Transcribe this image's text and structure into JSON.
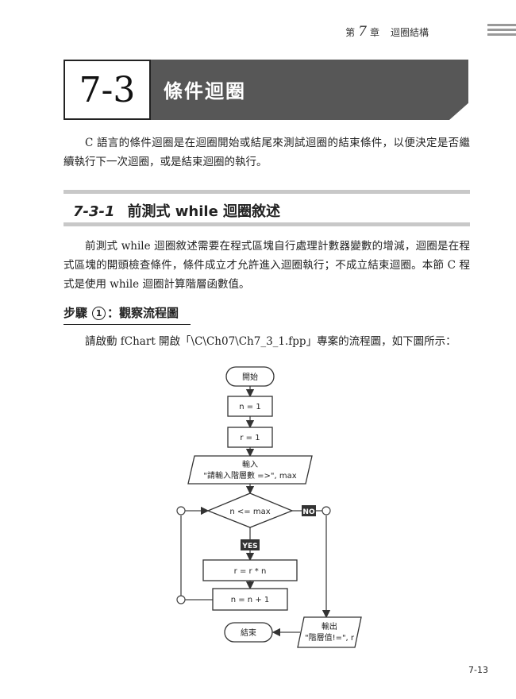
{
  "header": {
    "chapter_prefix": "第",
    "chapter_number": "7",
    "chapter_suffix": "章",
    "chapter_title": "迴圈結構"
  },
  "section": {
    "number": "7-3",
    "title": "條件迴圈",
    "intro": "C 語言的條件迴圈是在迴圈開始或結尾來測試迴圈的結束條件，以便決定是否繼續執行下一次迴圈，或是結束迴圈的執行。"
  },
  "subsection": {
    "number": "7-3-1",
    "title": "前測式 while 迴圈敘述",
    "body": "前測式 while 迴圈敘述需要在程式區塊自行處理計數器變數的增減，迴圈是在程式區塊的開頭檢查條件，條件成立才允許進入迴圈執行；不成立結束迴圈。本節 C 程式是使用 while 迴圈計算階層函數值。"
  },
  "step": {
    "label": "步驟",
    "number": "1",
    "title": "：觀察流程圖",
    "instruction": "請啟動 fChart 開啟「\\C\\Ch07\\Ch7_3_1.fpp」專案的流程圖，如下圖所示："
  },
  "flowchart": {
    "start": "開始",
    "init_n": "n = 1",
    "init_r": "r = 1",
    "input_label": "輸入",
    "input_expr": "\"請輸入階層數 =>\", max",
    "condition": "n <= max",
    "no_label": "NO",
    "yes_label": "YES",
    "multiply": "r = r * n",
    "increment": "n = n + 1",
    "end": "結束",
    "output_label": "輸出",
    "output_expr": "\"階層值!=\", r"
  },
  "page_number": "7-13"
}
